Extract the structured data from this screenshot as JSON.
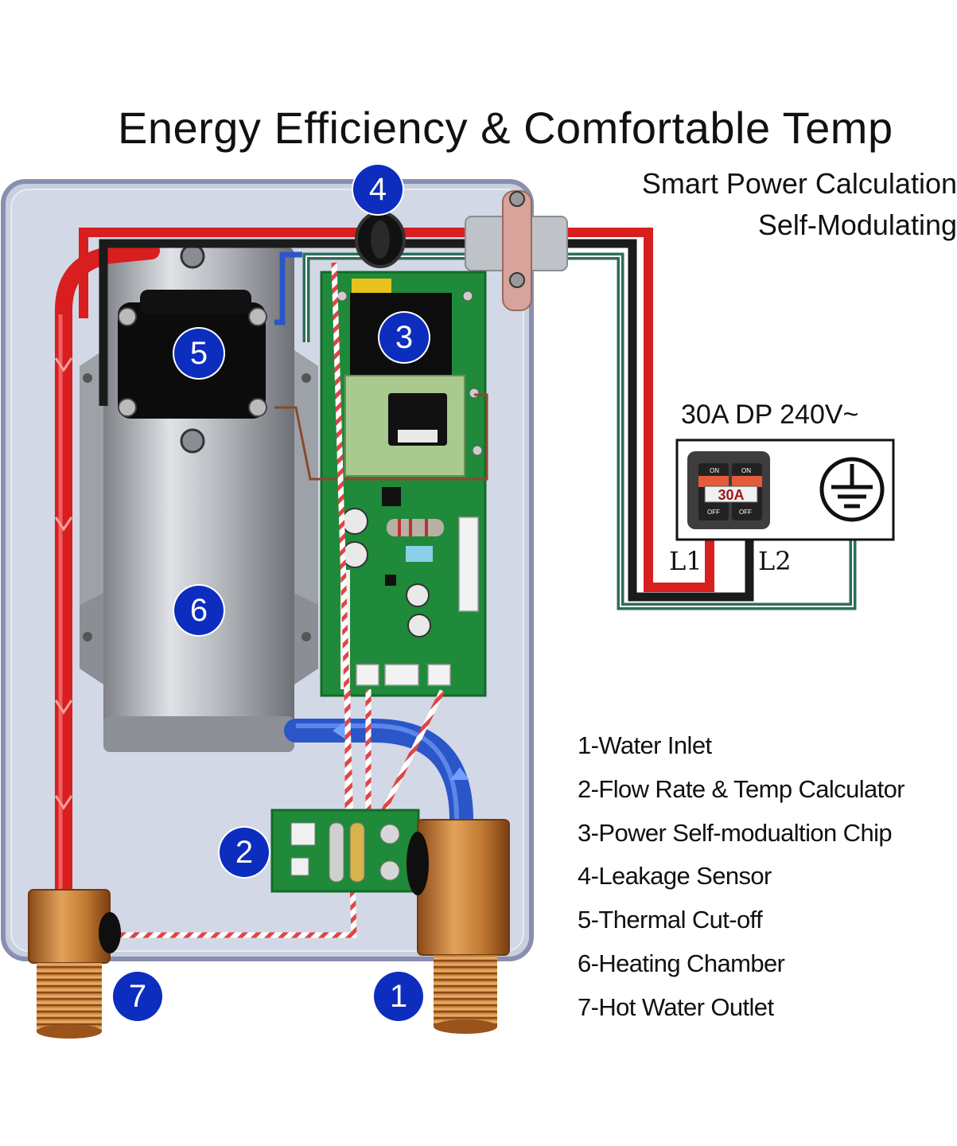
{
  "title": "Energy Efficiency & Comfortable Temp",
  "subtitle_lines": [
    "Smart Power Calculation",
    "Self-Modulating"
  ],
  "breaker": {
    "rating_label": "30A DP 240V~",
    "switch_text": "30A",
    "on_label": "ON",
    "off_label": "OFF",
    "line_labels": [
      "L1",
      "L2"
    ],
    "ground_icon": "ground-symbol-icon"
  },
  "callouts": [
    "1",
    "2",
    "3",
    "4",
    "5",
    "6",
    "7"
  ],
  "legend": [
    "1-Water Inlet",
    "2-Flow Rate & Temp Calculator",
    "3-Power Self-modualtion Chip",
    "4-Leakage Sensor",
    "5-Thermal Cut-off",
    "6-Heating Chamber",
    "7-Hot Water Outlet"
  ],
  "colors": {
    "hot_wire": "#d81e1e",
    "neutral_wire": "#1b1b1b",
    "ground_wire": "#2c6e58",
    "cold_water": "#2a56c8",
    "callout_badge": "#0d2dbf",
    "pcb_green": "#1f8a3a",
    "housing": "#c9d1e0",
    "brass": "#c87a2e"
  }
}
